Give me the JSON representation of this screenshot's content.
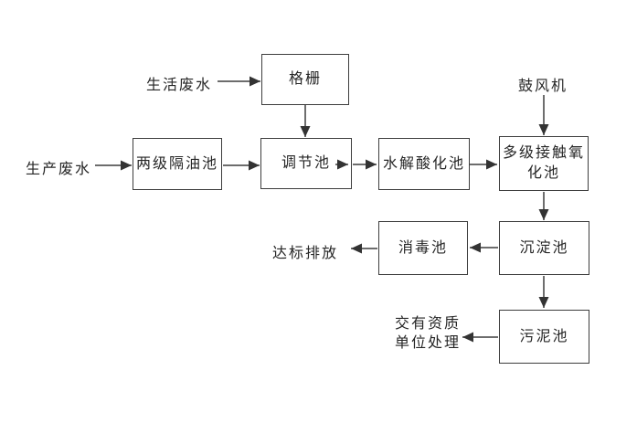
{
  "diagram": {
    "type": "flowchart",
    "subject": "wastewater treatment process",
    "nodes": {
      "grating": {
        "label": "格栅"
      },
      "oil_separator": {
        "label": "两级隔油池"
      },
      "regulating_tank": {
        "label": "调节池"
      },
      "hydrolysis_tank": {
        "label": "水解酸化池"
      },
      "oxidation_tank": {
        "label": "多级接触氧化池"
      },
      "sedimentation_tank": {
        "label": "沉淀池"
      },
      "disinfection_tank": {
        "label": "消毒池"
      },
      "sludge_tank": {
        "label": "污泥池"
      }
    },
    "labels": {
      "domestic_wastewater": "生活废水",
      "production_wastewater": "生产废水",
      "blower": "鼓风机",
      "discharge": "达标排放",
      "qualified_unit_line1": "交有资质",
      "qualified_unit_line2": "单位处理"
    },
    "edges": [
      {
        "from": "生活废水",
        "to": "格栅"
      },
      {
        "from": "格栅",
        "to": "调节池"
      },
      {
        "from": "生产废水",
        "to": "两级隔油池"
      },
      {
        "from": "两级隔油池",
        "to": "调节池"
      },
      {
        "from": "调节池",
        "to": "水解酸化池"
      },
      {
        "from": "水解酸化池",
        "to": "多级接触氧化池"
      },
      {
        "from": "鼓风机",
        "to": "多级接触氧化池"
      },
      {
        "from": "多级接触氧化池",
        "to": "沉淀池"
      },
      {
        "from": "沉淀池",
        "to": "消毒池"
      },
      {
        "from": "消毒池",
        "to": "达标排放"
      },
      {
        "from": "沉淀池",
        "to": "污泥池"
      },
      {
        "from": "污泥池",
        "to": "交有资质单位处理"
      }
    ],
    "colors": {
      "line": "#3d3d3d",
      "text": "#262626",
      "background": "#ffffff"
    }
  }
}
